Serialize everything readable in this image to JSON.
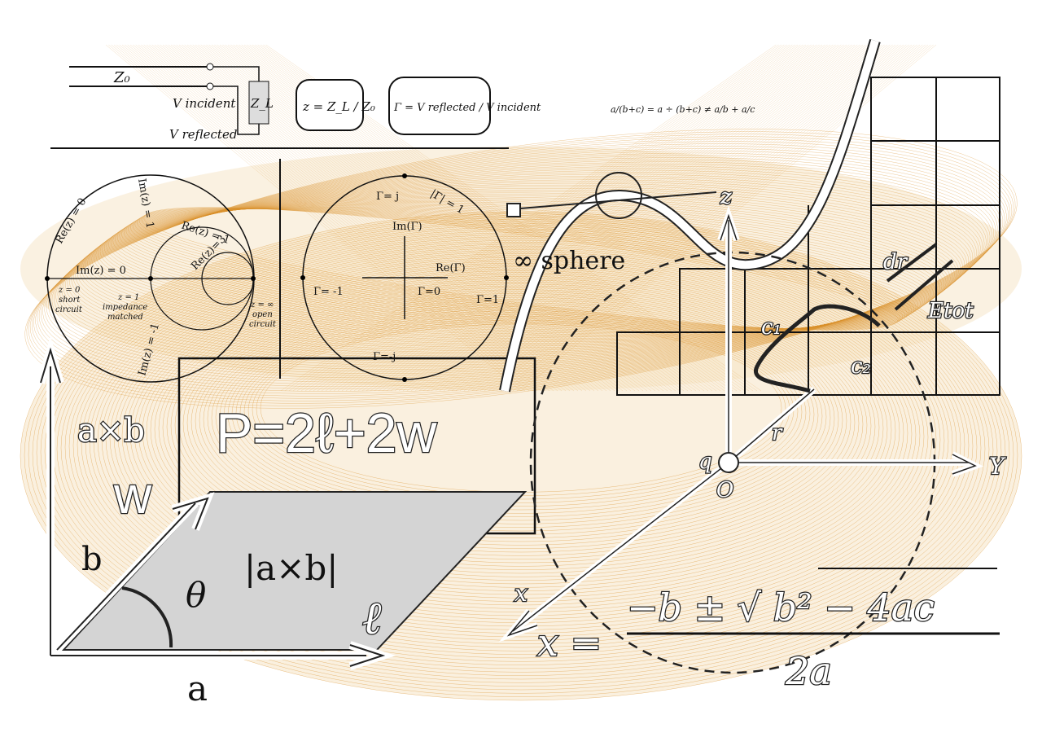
{
  "colors": {
    "mesh": "#d9902a",
    "mesh_fill": "#f6e3c4",
    "ink": "#111111",
    "parallelogram": "#cfcfcf"
  },
  "transmission": {
    "z0": "Z₀",
    "zl": "Z_L",
    "v_incident": "V incident",
    "v_reflected": "V reflected",
    "eq_z": "z = Z_L / Z₀",
    "eq_gamma": "Γ = V reflected / V incident"
  },
  "fraction_identity": "a/(b+c) = a ÷ (b+c) ≠ a/b + a/c",
  "smith_chart": {
    "re0": "Re(z) = 0",
    "im1": "Im(z) = 1",
    "re1": "Re(z) = 1",
    "re3": "Re(z)=3",
    "im0": "Im(z) = 0",
    "imm1": "Im(z) = -1",
    "z0": "z = 0",
    "short": "short",
    "circuit": "circuit",
    "z1": "z = 1",
    "impedance": "impedance",
    "matched": "matched",
    "zinf": "z = ∞",
    "open": "open",
    "circuit2": "circuit"
  },
  "gamma_plane": {
    "j": "Γ= j",
    "mag": "|Γ| = 1",
    "im": "Im(Γ)",
    "re": "Re(Γ)",
    "m1": "Γ= -1",
    "zero": "Γ=0",
    "one": "Γ=1",
    "mj": "Γ=-j"
  },
  "sphere": {
    "label": "∞ sphere",
    "z": "z"
  },
  "perimeter": "P=2ℓ+2w",
  "cross": {
    "axb": "a×b",
    "w": "w",
    "b": "b",
    "a": "a",
    "theta": "θ",
    "mag": "|a×b|",
    "l": "ℓ"
  },
  "vectors": {
    "dr": "dr",
    "etot": "Etot",
    "c1": "c₁",
    "c2": "c₂",
    "r": "r",
    "q": "q",
    "o": "O",
    "y": "Y",
    "x": "x"
  },
  "quadratic": {
    "lhs": "x =",
    "num": "−b ± √ b² − 4ac",
    "den": "2a"
  }
}
